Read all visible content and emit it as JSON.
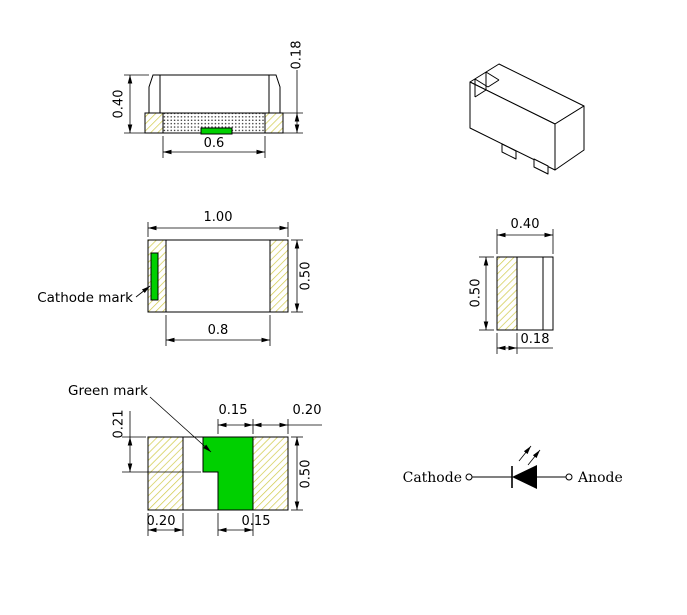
{
  "colors": {
    "line": "#000000",
    "green_mark": "#00d000",
    "hatch": "#d0c948",
    "background": "#ffffff"
  },
  "side_view": {
    "height": "0.40",
    "terminal_height": "0.18",
    "inner_width": "0.6"
  },
  "top_view": {
    "width": "1.00",
    "height": "0.50",
    "inner_width": "0.8",
    "cathode_label": "Cathode mark"
  },
  "pad_view": {
    "label": "Green mark",
    "mark_width": "0.15",
    "right_pad_width": "0.20",
    "mark_height": "0.21",
    "height": "0.50",
    "left_pad_width": "0.20",
    "mark_offset": "0.15"
  },
  "end_view": {
    "width": "0.40",
    "height": "0.50",
    "terminal_width": "0.18"
  },
  "schematic": {
    "cathode": "Cathode",
    "anode": "Anode"
  }
}
